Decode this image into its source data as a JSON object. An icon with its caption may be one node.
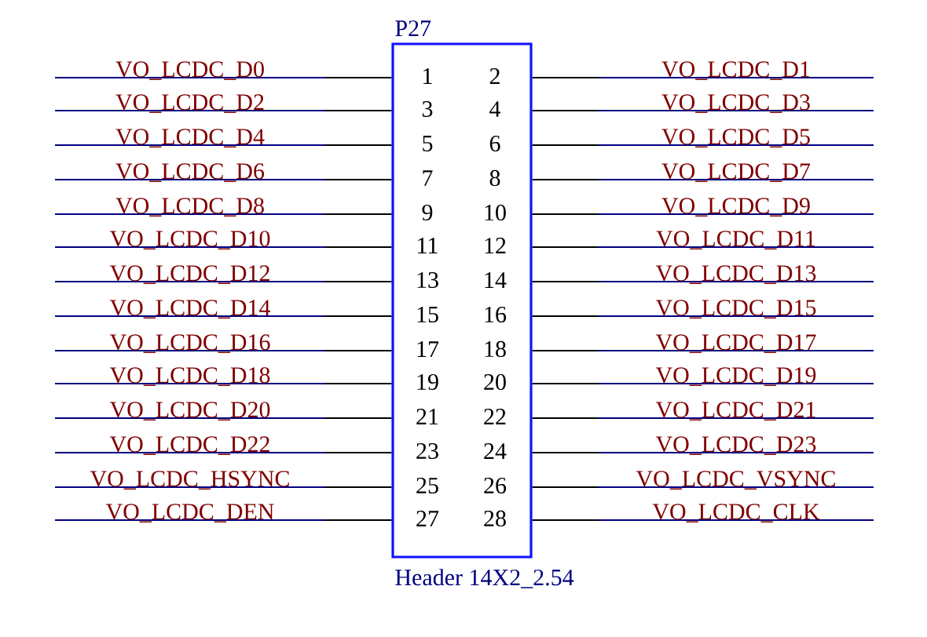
{
  "diagram": {
    "nodes": [
      {
        "text": [
          "P27"
        ],
        "beside": [
          "Header 14X2_2.54"
        ]
      },
      {
        "text": [
          "VO_LCDC_D0"
        ]
      },
      {
        "text": [
          "VO_LCDC_D1"
        ]
      },
      {
        "text": [
          "VO_LCDC_D2"
        ]
      },
      {
        "text": [
          "VO_LCDC_D3"
        ]
      },
      {
        "text": [
          "VO_LCDC_D4"
        ]
      },
      {
        "text": [
          "VO_LCDC_D5"
        ]
      },
      {
        "text": [
          "VO_LCDC_D6"
        ]
      },
      {
        "text": [
          "VO_LCDC_D7"
        ]
      },
      {
        "text": [
          "VO_LCDC_D8"
        ]
      },
      {
        "text": [
          "VO_LCDC_D9"
        ]
      },
      {
        "text": [
          "VO_LCDC_D10"
        ]
      },
      {
        "text": [
          "VO_LCDC_D11"
        ]
      },
      {
        "text": [
          "VO_LCDC_D12"
        ]
      },
      {
        "text": [
          "VO_LCDC_D13"
        ]
      },
      {
        "text": [
          "VO_LCDC_D14"
        ]
      },
      {
        "text": [
          "VO_LCDC_D15"
        ]
      },
      {
        "text": [
          "VO_LCDC_D16"
        ]
      },
      {
        "text": [
          "VO_LCDC_D17"
        ]
      },
      {
        "text": [
          "VO_LCDC_D18"
        ]
      },
      {
        "text": [
          "VO_LCDC_D19"
        ]
      },
      {
        "text": [
          "VO_LCDC_D20"
        ]
      },
      {
        "text": [
          "VO_LCDC_D21"
        ]
      },
      {
        "text": [
          "VO_LCDC_D22"
        ]
      },
      {
        "text": [
          "VO_LCDC_D23"
        ]
      },
      {
        "text": [
          "VO_LCDC_HSYNC"
        ]
      },
      {
        "text": [
          "VO_LCDC_VSYNC"
        ]
      },
      {
        "text": [
          "VO_LCDC_DEN"
        ]
      },
      {
        "text": [
          "VO_LCDC_CLK"
        ]
      }
    ],
    "edges": [
      {
        "from": 1,
        "to": 0,
        "arrow": "none"
      },
      {
        "from": 2,
        "to": 0,
        "arrow": "none"
      },
      {
        "from": 3,
        "to": 0,
        "arrow": "none"
      },
      {
        "from": 4,
        "to": 0,
        "arrow": "none"
      },
      {
        "from": 5,
        "to": 0,
        "arrow": "none"
      },
      {
        "from": 6,
        "to": 0,
        "arrow": "none"
      },
      {
        "from": 7,
        "to": 0,
        "arrow": "none"
      },
      {
        "from": 8,
        "to": 0,
        "arrow": "none"
      },
      {
        "from": 9,
        "to": 0,
        "arrow": "none"
      },
      {
        "from": 10,
        "to": 0,
        "arrow": "none"
      },
      {
        "from": 11,
        "to": 0,
        "arrow": "none"
      },
      {
        "from": 12,
        "to": 0,
        "arrow": "none"
      },
      {
        "from": 13,
        "to": 0,
        "arrow": "none"
      },
      {
        "from": 14,
        "to": 0,
        "arrow": "none"
      },
      {
        "from": 15,
        "to": 0,
        "arrow": "none"
      },
      {
        "from": 16,
        "to": 0,
        "arrow": "none"
      },
      {
        "from": 17,
        "to": 0,
        "arrow": "none"
      },
      {
        "from": 18,
        "to": 0,
        "arrow": "none"
      },
      {
        "from": 19,
        "to": 0,
        "arrow": "none"
      },
      {
        "from": 20,
        "to": 0,
        "arrow": "none"
      },
      {
        "from": 21,
        "to": 0,
        "arrow": "none"
      },
      {
        "from": 22,
        "to": 0,
        "arrow": "none"
      },
      {
        "from": 23,
        "to": 0,
        "arrow": "none"
      },
      {
        "from": 24,
        "to": 0,
        "arrow": "none"
      },
      {
        "from": 25,
        "to": 0,
        "arrow": "none"
      },
      {
        "from": 26,
        "to": 0,
        "arrow": "none"
      },
      {
        "from": 27,
        "to": 0,
        "arrow": "none"
      },
      {
        "from": 28,
        "to": 0,
        "arrow": "none"
      }
    ],
    "labels": [
      "1",
      "2",
      "3",
      "4",
      "5",
      "6",
      "7",
      "8",
      "9",
      "10",
      "11",
      "12",
      "13",
      "14",
      "15",
      "16",
      "17",
      "18",
      "19",
      "20",
      "21",
      "22",
      "23",
      "24",
      "25",
      "26",
      "27",
      "28"
    ]
  }
}
